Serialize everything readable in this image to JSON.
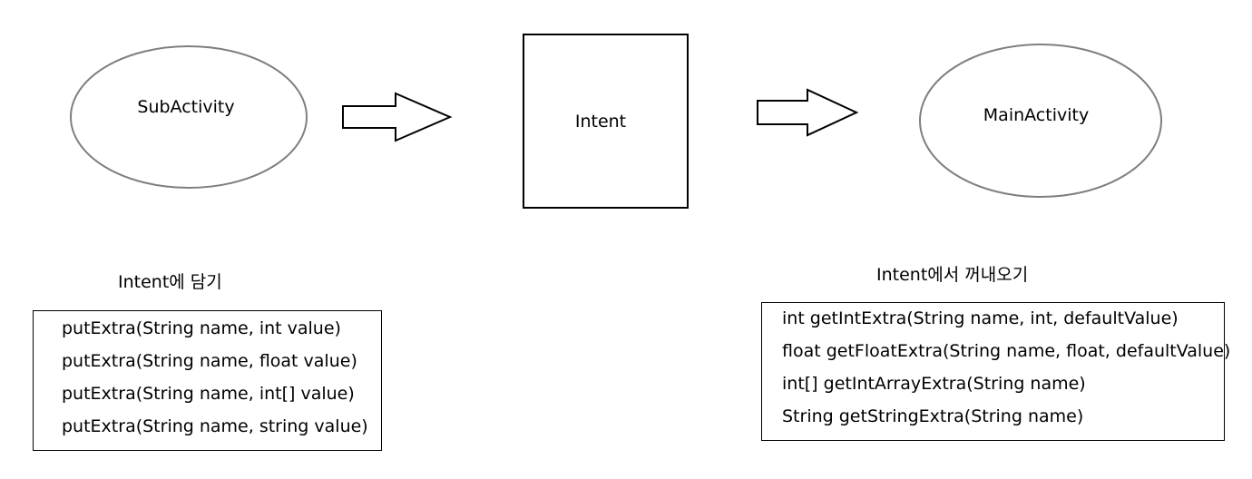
{
  "nodes": {
    "sub_activity": "SubActivity",
    "intent": "Intent",
    "main_activity": "MainActivity"
  },
  "put_section": {
    "caption": "Intent에 담기",
    "methods": [
      "putExtra(String name, int value)",
      "putExtra(String name, float value)",
      "putExtra(String name, int[] value)",
      "putExtra(String name, string value)"
    ]
  },
  "get_section": {
    "caption": "Intent에서 꺼내오기",
    "methods": [
      "int getIntExtra(String name, int, defaultValue)",
      "float getFloatExtra(String name, float, defaultValue)",
      "int[] getIntArrayExtra(String name)",
      "String getStringExtra(String name)"
    ]
  },
  "colors": {
    "ellipse_stroke": "#7f7f7f",
    "box_stroke": "#000000",
    "arrow_stroke": "#000000",
    "text": "#000000"
  }
}
